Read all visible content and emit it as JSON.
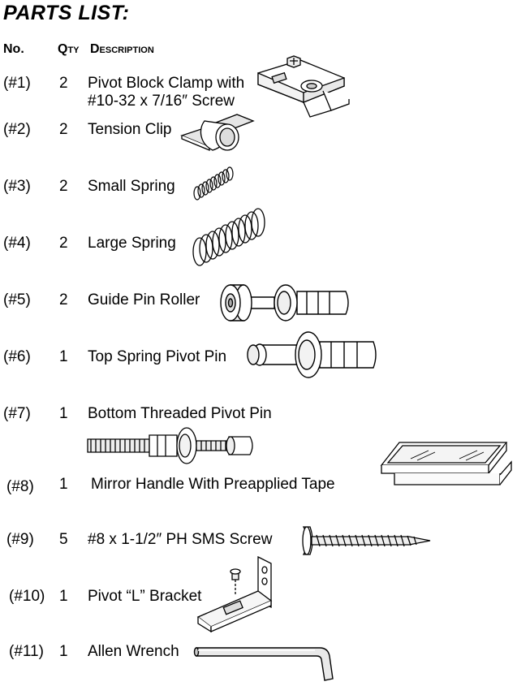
{
  "title": "PARTS LIST:",
  "headers": {
    "no": "No.",
    "qty": "Qty",
    "description": "Description"
  },
  "parts": [
    {
      "no": "(#1)",
      "qty": "2",
      "lines": [
        "Pivot Block Clamp with",
        "#10-32 x 7/16″ Screw"
      ],
      "icon": "pivot-block-clamp-icon"
    },
    {
      "no": "(#2)",
      "qty": "2",
      "lines": [
        "Tension Clip"
      ],
      "icon": "tension-clip-icon"
    },
    {
      "no": "(#3)",
      "qty": "2",
      "lines": [
        "Small Spring"
      ],
      "icon": "small-spring-icon"
    },
    {
      "no": "(#4)",
      "qty": "2",
      "lines": [
        "Large Spring"
      ],
      "icon": "large-spring-icon"
    },
    {
      "no": "(#5)",
      "qty": "2",
      "lines": [
        "Guide Pin Roller"
      ],
      "icon": "guide-pin-roller-icon"
    },
    {
      "no": "(#6)",
      "qty": "1",
      "lines": [
        "Top Spring Pivot Pin"
      ],
      "icon": "top-spring-pivot-pin-icon"
    },
    {
      "no": "(#7)",
      "qty": "1",
      "lines": [
        "Bottom Threaded Pivot Pin"
      ],
      "icon": "bottom-threaded-pivot-pin-icon"
    },
    {
      "no": "(#8)",
      "qty": "1",
      "lines": [
        "Mirror Handle With Preapplied Tape"
      ],
      "icon": "mirror-handle-icon"
    },
    {
      "no": "(#9)",
      "qty": "5",
      "lines": [
        "#8 x 1-1/2″ PH SMS Screw"
      ],
      "icon": "sms-screw-icon"
    },
    {
      "no": "(#10)",
      "qty": "1",
      "lines": [
        "Pivot “L” Bracket"
      ],
      "icon": "pivot-l-bracket-icon"
    },
    {
      "no": "(#11)",
      "qty": "1",
      "lines": [
        "Allen Wrench"
      ],
      "icon": "allen-wrench-icon"
    }
  ]
}
